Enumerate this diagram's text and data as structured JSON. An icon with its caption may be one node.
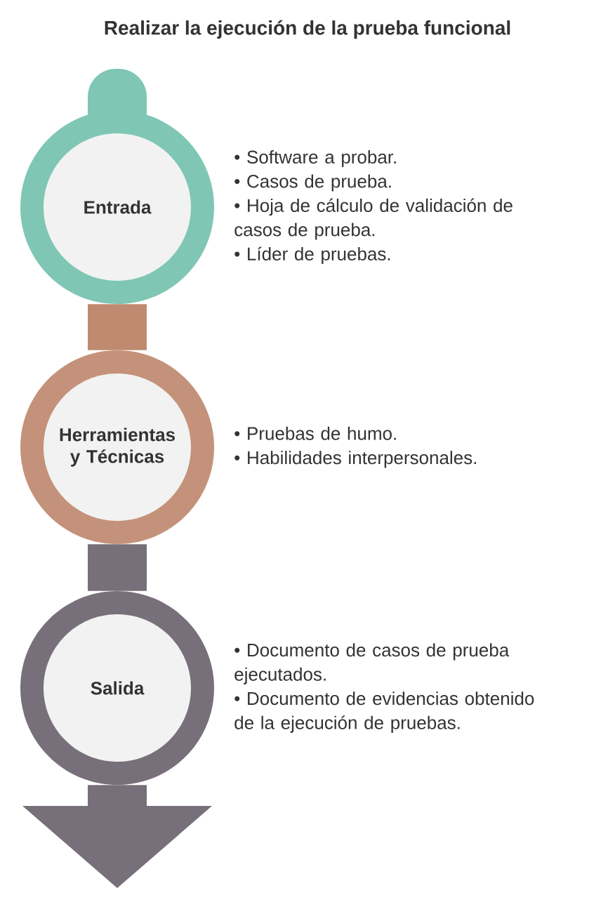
{
  "diagram": {
    "title": "Realizar la ejecución de la prueba funcional",
    "nodes": [
      {
        "text": [
          "Entrada"
        ],
        "beside": [
          "• Software a probar.",
          "• Casos de prueba.",
          "• Hoja de cálculo de validación de casos de prueba.",
          "• Líder de pruebas."
        ]
      },
      {
        "text": [
          "Herramientas y Técnicas"
        ],
        "beside": [
          "• Pruebas de humo.",
          "• Habilidades interpersonales."
        ]
      },
      {
        "text": [
          "Salida"
        ],
        "beside": [
          "• Documento de casos de prueba ejecutados.",
          "• Documento de evidencias obtenido de la ejecución de pruebas."
        ]
      }
    ],
    "edges": [
      {
        "from": 0,
        "to": 1,
        "arrow": "none",
        "color": "#c08a70"
      },
      {
        "from": 1,
        "to": 2,
        "arrow": "none"
      },
      {
        "from": 2,
        "to": null,
        "arrow": "to"
      }
    ]
  }
}
